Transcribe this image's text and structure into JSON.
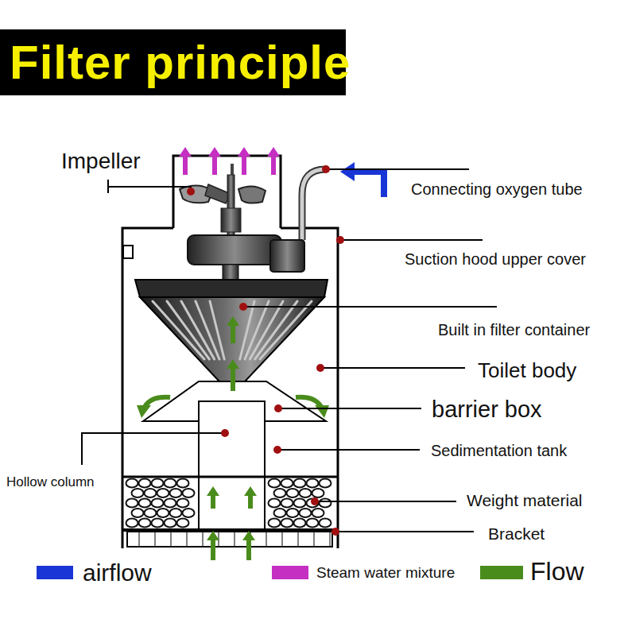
{
  "diagram": {
    "title": "Filter principle",
    "labels": [
      "Impeller",
      "Connecting oxygen tube",
      "Suction hood upper cover",
      "Built in filter container",
      "Toilet body",
      "barrier box",
      "Sedimentation tank",
      "Hollow column",
      "Weight material",
      "Bracket"
    ],
    "legend": [
      {
        "text": "airflow",
        "color": "#1a35d6"
      },
      {
        "text": "Steam water mixture",
        "color": "#c52fc2"
      },
      {
        "text": "Flow",
        "color": "#4a8c1c"
      }
    ]
  }
}
